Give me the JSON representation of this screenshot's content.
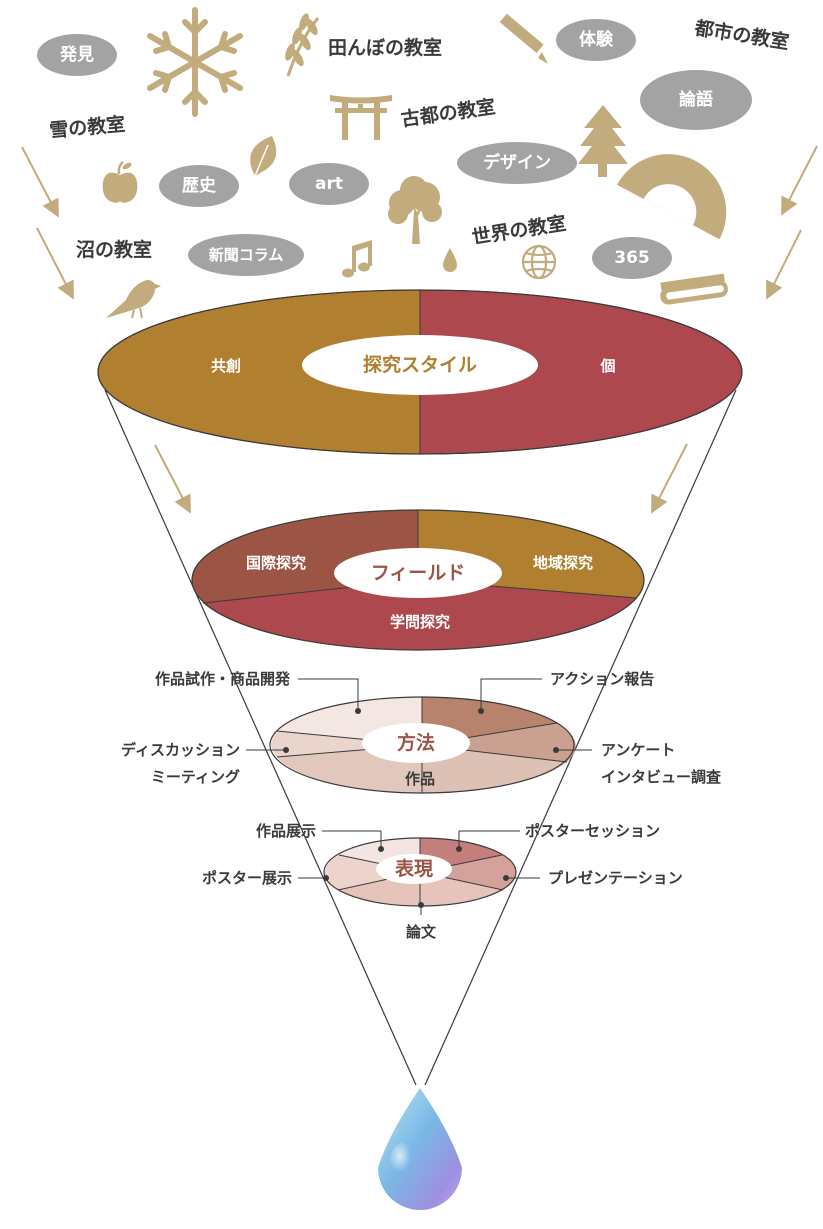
{
  "colors": {
    "gold": "#b08030",
    "red": "#ad484e",
    "brown": "#9c5545",
    "pill_gray": "#a3a3a3",
    "icon_tan": "#c2ab7c",
    "text_dark": "#3a3a3a"
  },
  "top": {
    "pills": [
      "発見",
      "体験",
      "論語",
      "歴史",
      "art",
      "デザイン",
      "新聞コラム",
      "365"
    ],
    "words": [
      "田んぼの教室",
      "都市の教室",
      "雪の教室",
      "古都の教室",
      "沼の教室",
      "世界の教室"
    ],
    "icons": [
      "snowflake-icon",
      "wheat-icon",
      "pencil-icon",
      "torii-icon",
      "tree-icon",
      "leaf-icon",
      "apple-icon",
      "protractor-icon",
      "broadleaf-tree-icon",
      "music-note-icon",
      "drop-icon",
      "globe-icon",
      "bird-icon",
      "book-icon"
    ]
  },
  "level1": {
    "center": "探究スタイル",
    "left": "共創",
    "right": "個"
  },
  "level2": {
    "center": "フィールド",
    "left": "国際探究",
    "right": "地域探究",
    "bottom": "学問探究"
  },
  "level3": {
    "center": "方法",
    "bottom": "作品",
    "labels": {
      "top_left": "作品試作・商品開発",
      "top_right": "アクション報告",
      "mid_left_1": "ディスカッション",
      "mid_left_2": "ミーティング",
      "mid_right_1": "アンケート",
      "mid_right_2": "インタビュー調査"
    }
  },
  "level4": {
    "center": "表現",
    "labels": {
      "top_left": "作品展示",
      "top_right": "ポスターセッション",
      "left": "ポスター展示",
      "right": "プレゼンテーション",
      "bottom": "論文"
    }
  }
}
